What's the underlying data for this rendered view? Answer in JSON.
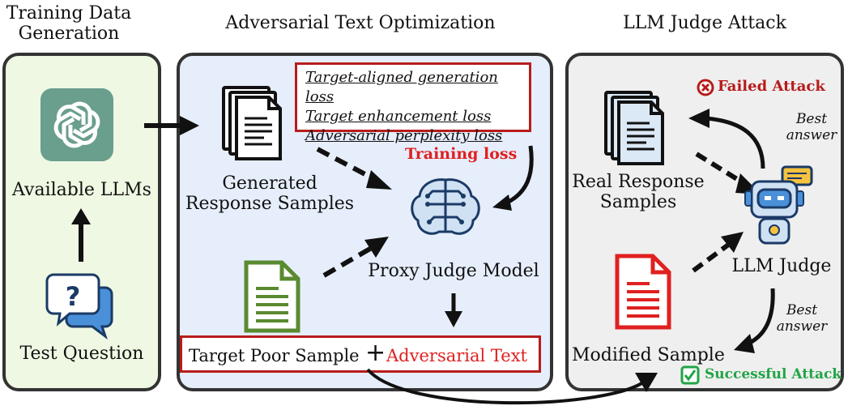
{
  "sections": {
    "training_title_line1": "Training Data",
    "training_title_line2": "Generation",
    "adversarial_title": "Adversarial Text Optimization",
    "judge_title": "LLM Judge Attack"
  },
  "left_panel": {
    "llm_label": "Available LLMs",
    "question_label": "Test Question"
  },
  "middle_panel": {
    "losses": [
      "Target-aligned generation loss",
      "Target enhancement loss",
      "Adversarial perplexity loss"
    ],
    "training_loss_label": "Training loss",
    "generated_label_line1": "Generated",
    "generated_label_line2": "Response Samples",
    "proxy_label": "Proxy Judge Model",
    "target_sample": "Target Poor Sample",
    "plus": "+",
    "adversarial_text": "Adversarial Text"
  },
  "right_panel": {
    "failed_label": "Failed Attack",
    "best_answer_top_line1": "Best",
    "best_answer_top_line2": "answer",
    "real_label_line1": "Real Response",
    "real_label_line2": "Samples",
    "judge_label": "LLM Judge",
    "modified_label": "Modified Sample",
    "best_answer_bottom_line1": "Best",
    "best_answer_bottom_line2": "answer",
    "success_label": "Successful Attack"
  },
  "colors": {
    "left_bg": "#eef8e2",
    "middle_bg": "#e6eefb",
    "right_bg": "#efefef",
    "accent_red": "#e02020",
    "dark_red": "#b71c1c",
    "success_green": "#22a447",
    "openai_green": "#6a9e8d",
    "doc_blue": "#dbe8f6",
    "doc_green": "#5a8a30"
  }
}
